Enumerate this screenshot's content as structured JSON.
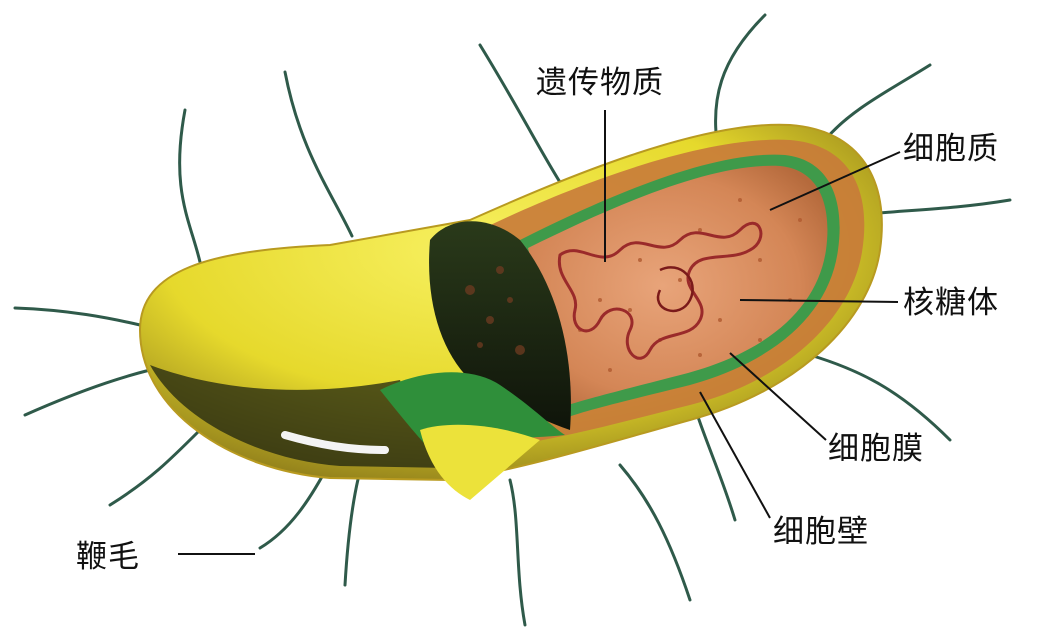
{
  "labels": {
    "genetic_material": "遗传物质",
    "cytoplasm": "细胞质",
    "ribosome": "核糖体",
    "cell_membrane": "细胞膜",
    "cell_wall": "细胞壁",
    "flagellum": "鞭毛"
  },
  "colors": {
    "capsule": "#f2e93a",
    "cell_wall": "#c87a3a",
    "membrane": "#3f9a4a",
    "cytoplasm": "#d98b5a",
    "genetic_material": "#9a2a2a",
    "flagella": "#2f5a4a"
  }
}
